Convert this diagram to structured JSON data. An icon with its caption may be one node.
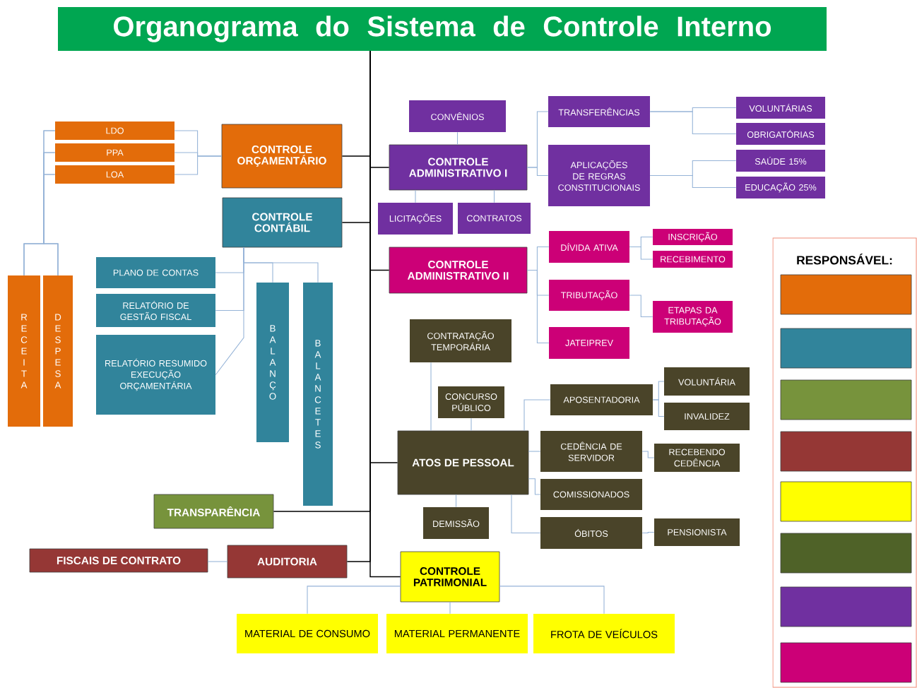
{
  "diagram": {
    "nodes": [
      {
        "text": [
          "Organograma do Sistema de Controle Interno"
        ]
      },
      {
        "text": [
          "CONTROLE ORÇAMENTÁRIO"
        ]
      },
      {
        "text": [
          "LDO"
        ]
      },
      {
        "text": [
          "PPA"
        ]
      },
      {
        "text": [
          "LOA"
        ]
      },
      {
        "text": [
          "RECEITA"
        ]
      },
      {
        "text": [
          "DESPESA"
        ]
      },
      {
        "text": [
          "CONTROLE CONTÁBIL"
        ]
      },
      {
        "text": [
          "PLANO DE CONTAS"
        ]
      },
      {
        "text": [
          "RELATÓRIO DE GESTÃO FISCAL"
        ]
      },
      {
        "text": [
          "RELATÓRIO RESUMIDO EXECUÇÃO ORÇAMENTÁRIA"
        ]
      },
      {
        "text": [
          "BALANÇO"
        ]
      },
      {
        "text": [
          "BALANCETES"
        ]
      },
      {
        "text": [
          "CONVÊNIOS"
        ]
      },
      {
        "text": [
          "CONTROLE ADMINISTRATIVO I"
        ]
      },
      {
        "text": [
          "LICITAÇÕES"
        ]
      },
      {
        "text": [
          "CONTRATOS"
        ]
      },
      {
        "text": [
          "TRANSFERÊNCIAS"
        ]
      },
      {
        "text": [
          "APLICAÇÕES DE REGRAS CONSTITUCIONAIS"
        ]
      },
      {
        "text": [
          "VOLUNTÁRIAS"
        ]
      },
      {
        "text": [
          "OBRIGATÓRIAS"
        ]
      },
      {
        "text": [
          "SAÚDE 15%"
        ]
      },
      {
        "text": [
          "EDUCAÇÃO 25%"
        ]
      },
      {
        "text": [
          "CONTROLE ADMINISTRATIVO II"
        ]
      },
      {
        "text": [
          "DÍVIDA ATIVA"
        ]
      },
      {
        "text": [
          "INSCRIÇÃO"
        ]
      },
      {
        "text": [
          "RECEBIMENTO"
        ]
      },
      {
        "text": [
          "TRIBUTAÇÃO"
        ]
      },
      {
        "text": [
          "ETAPAS DA TRIBUTAÇÃO"
        ]
      },
      {
        "text": [
          "JATEIPREV"
        ]
      },
      {
        "text": [
          "ATOS DE PESSOAL"
        ]
      },
      {
        "text": [
          "CONTRATAÇÃO TEMPORÁRIA"
        ]
      },
      {
        "text": [
          "CONCURSO PÚBLICO"
        ]
      },
      {
        "text": [
          "APOSENTADORIA"
        ]
      },
      {
        "text": [
          "VOLUNTÁRIA"
        ]
      },
      {
        "text": [
          "INVALIDEZ"
        ]
      },
      {
        "text": [
          "CEDÊNCIA DE SERVIDOR"
        ]
      },
      {
        "text": [
          "RECEBENDO CEDÊNCIA"
        ]
      },
      {
        "text": [
          "COMISSIONADOS"
        ]
      },
      {
        "text": [
          "DEMISSÃO"
        ]
      },
      {
        "text": [
          "ÓBITOS"
        ]
      },
      {
        "text": [
          "PENSIONISTA"
        ]
      },
      {
        "text": [
          "TRANSPARÊNCIA"
        ]
      },
      {
        "text": [
          "AUDITORIA"
        ]
      },
      {
        "text": [
          "FISCAIS DE CONTRATO"
        ]
      },
      {
        "text": [
          "CONTROLE PATRIMONIAL"
        ]
      },
      {
        "text": [
          "MATERIAL DE CONSUMO"
        ]
      },
      {
        "text": [
          "MATERIAL PERMANENTE"
        ]
      },
      {
        "text": [
          "FROTA DE VEÍCULOS"
        ]
      },
      {
        "text": [
          "RESPONSÁVEL:"
        ]
      },
      {
        "text": [],
        "shape": "box",
        "in": 49
      },
      {
        "text": [],
        "shape": "box",
        "in": 49
      },
      {
        "text": [],
        "shape": "box",
        "in": 49
      },
      {
        "text": [],
        "shape": "box",
        "in": 49
      },
      {
        "text": [],
        "shape": "box",
        "in": 49
      },
      {
        "text": [],
        "shape": "box",
        "in": 49
      },
      {
        "text": [],
        "shape": "box",
        "in": 49
      },
      {
        "text": [],
        "shape": "box",
        "in": 49
      }
    ],
    "edges": [
      {
        "from": 0,
        "to": 1,
        "arrow": "none",
        "color": "#000000"
      },
      {
        "from": 0,
        "to": 7,
        "arrow": "none",
        "color": "#000000"
      },
      {
        "from": 0,
        "to": 14,
        "arrow": "none",
        "color": "#000000"
      },
      {
        "from": 0,
        "to": 23,
        "arrow": "none",
        "color": "#000000"
      },
      {
        "from": 0,
        "to": 30,
        "arrow": "none",
        "color": "#000000"
      },
      {
        "from": 0,
        "to": 42,
        "arrow": "none",
        "color": "#000000"
      },
      {
        "from": 0,
        "to": 43,
        "arrow": "none",
        "color": "#000000"
      },
      {
        "from": 0,
        "to": 45,
        "arrow": "none",
        "color": "#000000"
      },
      {
        "from": 1,
        "to": 2,
        "arrow": "none"
      },
      {
        "from": 1,
        "to": 3,
        "arrow": "none"
      },
      {
        "from": 1,
        "to": 4,
        "arrow": "none"
      },
      {
        "from": 2,
        "to": 5,
        "arrow": "none"
      },
      {
        "from": 2,
        "to": 6,
        "arrow": "none"
      },
      {
        "from": 3,
        "to": 5,
        "arrow": "none"
      },
      {
        "from": 3,
        "to": 6,
        "arrow": "none"
      },
      {
        "from": 4,
        "to": 5,
        "arrow": "none"
      },
      {
        "from": 4,
        "to": 6,
        "arrow": "none"
      },
      {
        "from": 7,
        "to": 8,
        "arrow": "none"
      },
      {
        "from": 7,
        "to": 9,
        "arrow": "none"
      },
      {
        "from": 7,
        "to": 10,
        "arrow": "none"
      },
      {
        "from": 7,
        "to": 11,
        "arrow": "none"
      },
      {
        "from": 7,
        "to": 12,
        "arrow": "none"
      },
      {
        "from": 14,
        "to": 13,
        "arrow": "none"
      },
      {
        "from": 14,
        "to": 15,
        "arrow": "none"
      },
      {
        "from": 14,
        "to": 16,
        "arrow": "none"
      },
      {
        "from": 14,
        "to": 17,
        "arrow": "none"
      },
      {
        "from": 14,
        "to": 18,
        "arrow": "none"
      },
      {
        "from": 17,
        "to": 19,
        "arrow": "none"
      },
      {
        "from": 17,
        "to": 20,
        "arrow": "none"
      },
      {
        "from": 18,
        "to": 21,
        "arrow": "none"
      },
      {
        "from": 18,
        "to": 22,
        "arrow": "none"
      },
      {
        "from": 23,
        "to": 24,
        "arrow": "none"
      },
      {
        "from": 23,
        "to": 27,
        "arrow": "none"
      },
      {
        "from": 23,
        "to": 29,
        "arrow": "none"
      },
      {
        "from": 24,
        "to": 25,
        "arrow": "none"
      },
      {
        "from": 24,
        "to": 26,
        "arrow": "none"
      },
      {
        "from": 27,
        "to": 28,
        "arrow": "none"
      },
      {
        "from": 30,
        "to": 31,
        "arrow": "none"
      },
      {
        "from": 30,
        "to": 32,
        "arrow": "none"
      },
      {
        "from": 30,
        "to": 33,
        "arrow": "none"
      },
      {
        "from": 30,
        "to": 36,
        "arrow": "none"
      },
      {
        "from": 30,
        "to": 38,
        "arrow": "none"
      },
      {
        "from": 30,
        "to": 39,
        "arrow": "none"
      },
      {
        "from": 30,
        "to": 40,
        "arrow": "none"
      },
      {
        "from": 33,
        "to": 34,
        "arrow": "none"
      },
      {
        "from": 33,
        "to": 35,
        "arrow": "none"
      },
      {
        "from": 36,
        "to": 37,
        "arrow": "none"
      },
      {
        "from": 40,
        "to": 41,
        "arrow": "none"
      },
      {
        "from": 43,
        "to": 44,
        "arrow": "none"
      },
      {
        "from": 45,
        "to": 46,
        "arrow": "none"
      },
      {
        "from": 45,
        "to": 47,
        "arrow": "none"
      },
      {
        "from": 45,
        "to": 48,
        "arrow": "none"
      }
    ]
  }
}
